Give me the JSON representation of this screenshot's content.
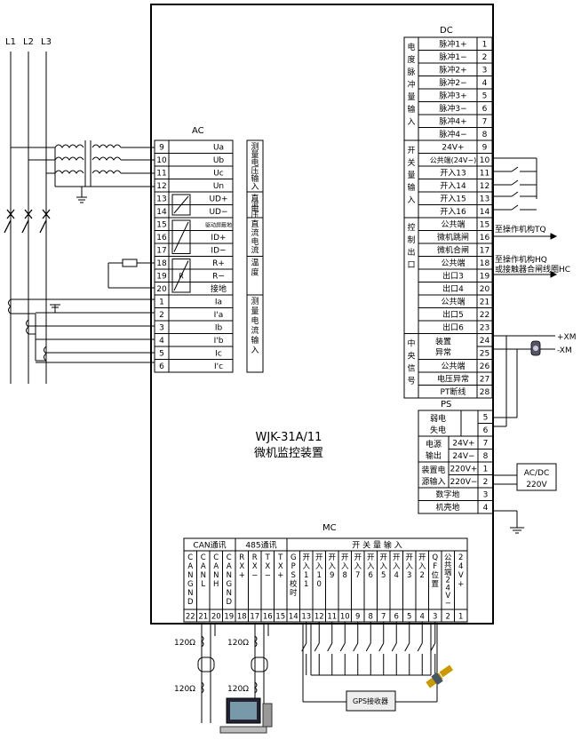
{
  "lines": [
    "L1",
    "L2",
    "L3"
  ],
  "device": {
    "model": "WJK-31A/11",
    "name": "微机监控装置"
  },
  "ac": {
    "title": "AC",
    "voltage_terminals": [
      {
        "num": "9",
        "sig": "Ua"
      },
      {
        "num": "10",
        "sig": "Ub"
      },
      {
        "num": "11",
        "sig": "Uc"
      },
      {
        "num": "12",
        "sig": "Un"
      }
    ],
    "voltage_label": "测量电压输入",
    "dcv_terminals": [
      {
        "num": "13",
        "sig": "UD+"
      },
      {
        "num": "14",
        "sig": "UD−"
      }
    ],
    "dcv_label": "直流电压",
    "dci_terminals": [
      {
        "num": "15",
        "sig": "驱动屏蔽地"
      },
      {
        "num": "16",
        "sig": "ID+"
      },
      {
        "num": "17",
        "sig": "ID−"
      }
    ],
    "dci_label": "直流电流",
    "temp_terminals": [
      {
        "num": "18",
        "sig": "R+"
      },
      {
        "num": "19",
        "sig": "R−"
      },
      {
        "num": "20",
        "sig": "接地"
      }
    ],
    "temp_label": "温度",
    "rt_symbol": "R",
    "current_terminals": [
      {
        "num": "1",
        "sig": "Ia"
      },
      {
        "num": "2",
        "sig": "I'a"
      },
      {
        "num": "3",
        "sig": "Ib"
      },
      {
        "num": "4",
        "sig": "I'b"
      },
      {
        "num": "5",
        "sig": "Ic"
      },
      {
        "num": "6",
        "sig": "I'c"
      }
    ],
    "current_label": "测量电流输入"
  },
  "dc": {
    "title": "DC",
    "pulse_label": "电度脉冲量输入",
    "pulse_terminals": [
      {
        "sig": "脉冲1+",
        "num": "1"
      },
      {
        "sig": "脉冲1−",
        "num": "2"
      },
      {
        "sig": "脉冲2+",
        "num": "3"
      },
      {
        "sig": "脉冲2−",
        "num": "4"
      },
      {
        "sig": "脉冲3+",
        "num": "5"
      },
      {
        "sig": "脉冲3−",
        "num": "6"
      },
      {
        "sig": "脉冲4+",
        "num": "7"
      },
      {
        "sig": "脉冲4−",
        "num": "8"
      }
    ],
    "switch_label": "开关量输入",
    "switch_terminals": [
      {
        "sig": "24V+",
        "num": "9"
      },
      {
        "sig": "公共端(24V−)",
        "num": "10"
      },
      {
        "sig": "开入13",
        "num": "11"
      },
      {
        "sig": "开入14",
        "num": "12"
      },
      {
        "sig": "开入15",
        "num": "13"
      },
      {
        "sig": "开入16",
        "num": "14"
      }
    ],
    "control_label": "控制出口",
    "control_terminals": [
      {
        "sig": "公共端",
        "num": "15"
      },
      {
        "sig": "微机跳闸",
        "num": "16"
      },
      {
        "sig": "微机合闸",
        "num": "17"
      },
      {
        "sig": "公共端",
        "num": "18"
      },
      {
        "sig": "出口3",
        "num": "19"
      },
      {
        "sig": "出口4",
        "num": "20"
      },
      {
        "sig": "公共端",
        "num": "21"
      },
      {
        "sig": "出口5",
        "num": "22"
      },
      {
        "sig": "出口6",
        "num": "23"
      }
    ],
    "trip_note": "至操作机构TQ",
    "close_note": "至操作机构HQ",
    "close_note2": "或接触器合闸线圈HC",
    "central_label": "中央信号",
    "device_fault": "装置异常",
    "central_terminals": [
      {
        "sig": "",
        "num": "24"
      },
      {
        "sig": "",
        "num": "25"
      },
      {
        "sig": "公共端",
        "num": "26"
      },
      {
        "sig": "电压异常",
        "num": "27"
      },
      {
        "sig": "PT断线",
        "num": "28"
      }
    ],
    "xm_plus": "+XM",
    "xm_minus": "-XM"
  },
  "ps": {
    "title": "PS",
    "weak_label": "弱电失电",
    "weak_terminals": [
      {
        "num": "5"
      },
      {
        "num": "6"
      }
    ],
    "out_label": "电源输出",
    "out_terminals": [
      {
        "sig": "24V+",
        "num": "7"
      },
      {
        "sig": "24V−",
        "num": "8"
      }
    ],
    "in_label": "装置电源输入",
    "in_terminals": [
      {
        "sig": "220V+",
        "num": "1"
      },
      {
        "sig": "220V−",
        "num": "2"
      }
    ],
    "other_terminals": [
      {
        "sig": "数字地",
        "num": "3"
      },
      {
        "sig": "机壳地",
        "num": "4"
      }
    ],
    "acdc_label": "AC/DC",
    "acdc_value": "220V"
  },
  "mc": {
    "title": "MC",
    "can_label": "CAN通讯",
    "rs485_label": "485通讯",
    "switch_label": "开 关 量 输 入",
    "columns": [
      {
        "num": "22",
        "sig": "CANGND"
      },
      {
        "num": "21",
        "sig": "CANL"
      },
      {
        "num": "20",
        "sig": "CANH"
      },
      {
        "num": "19",
        "sig": "CANGND"
      },
      {
        "num": "18",
        "sig": "RX+"
      },
      {
        "num": "17",
        "sig": "RX−"
      },
      {
        "num": "16",
        "sig": "TX−"
      },
      {
        "num": "15",
        "sig": "TX+"
      },
      {
        "num": "14",
        "sig": "GPS校时"
      },
      {
        "num": "13",
        "sig": "开入11"
      },
      {
        "num": "12",
        "sig": "开入10"
      },
      {
        "num": "11",
        "sig": "开入9"
      },
      {
        "num": "10",
        "sig": "开入8"
      },
      {
        "num": "9",
        "sig": "开入7"
      },
      {
        "num": "8",
        "sig": "开入6"
      },
      {
        "num": "7",
        "sig": "开入5"
      },
      {
        "num": "6",
        "sig": "开入4"
      },
      {
        "num": "5",
        "sig": "开入3"
      },
      {
        "num": "4",
        "sig": "开入2"
      },
      {
        "num": "3",
        "sig": "QF位置"
      },
      {
        "num": "2",
        "sig": "公共端24V−"
      },
      {
        "num": "1",
        "sig": "24V+"
      }
    ]
  },
  "bottom": {
    "resistor_label": "120Ω",
    "gps_receiver": "GPS接收器"
  }
}
